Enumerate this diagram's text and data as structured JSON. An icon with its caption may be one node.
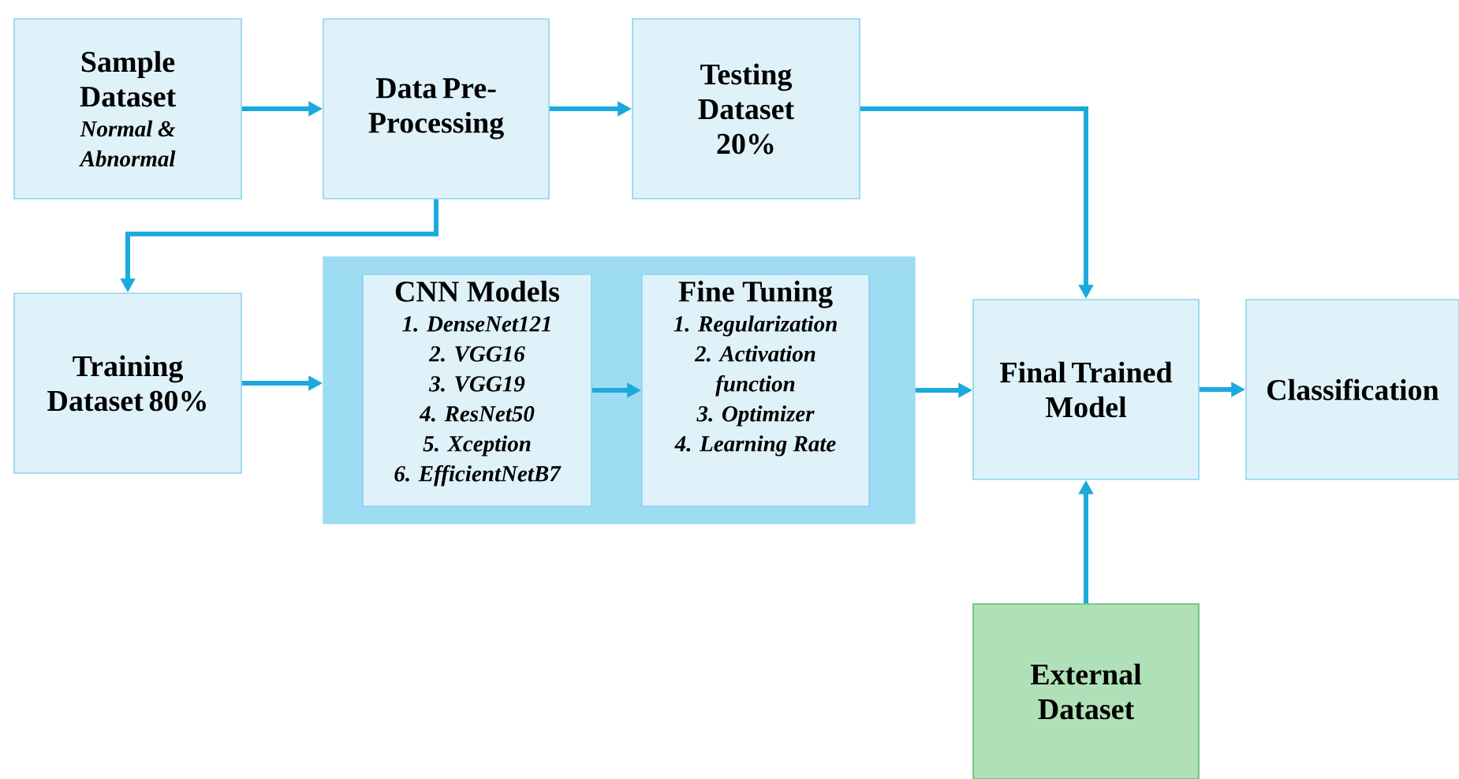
{
  "diagram": {
    "nodes": [
      {
        "text": [
          "Sample Dataset",
          "Normal & Abnormal"
        ]
      },
      {
        "text": [
          "Data Pre-Processing"
        ]
      },
      {
        "text": [
          "Testing Dataset 20%"
        ]
      },
      {
        "text": [
          "Training Dataset 80%"
        ]
      },
      {
        "text": [],
        "shape": "box"
      },
      {
        "text": [
          "CNN Models",
          "1. DenseNet121",
          "2. VGG16",
          "3. VGG19",
          "4. ResNet50",
          "5. Xception",
          "6. EfficientNetB7"
        ],
        "in": 4
      },
      {
        "text": [
          "Fine Tuning",
          "1. Regularization",
          "2. Activation function",
          "3. Optimizer",
          "4. Learning Rate"
        ],
        "in": 4
      },
      {
        "text": [
          "Final Trained Model"
        ]
      },
      {
        "text": [
          "Classification"
        ]
      },
      {
        "text": [
          "External Dataset"
        ]
      }
    ],
    "edges": [
      {
        "from": 0,
        "to": 1,
        "arrow": "to"
      },
      {
        "from": 1,
        "to": 2,
        "arrow": "to"
      },
      {
        "from": 1,
        "to": 3,
        "arrow": "to"
      },
      {
        "from": 2,
        "to": 7,
        "arrow": "to"
      },
      {
        "from": 3,
        "to": 4,
        "arrow": "to"
      },
      {
        "from": 5,
        "to": 6,
        "arrow": "to"
      },
      {
        "from": 4,
        "to": 7,
        "arrow": "to"
      },
      {
        "from": 7,
        "to": 8,
        "arrow": "to"
      },
      {
        "from": 9,
        "to": 7,
        "arrow": "to"
      }
    ]
  }
}
